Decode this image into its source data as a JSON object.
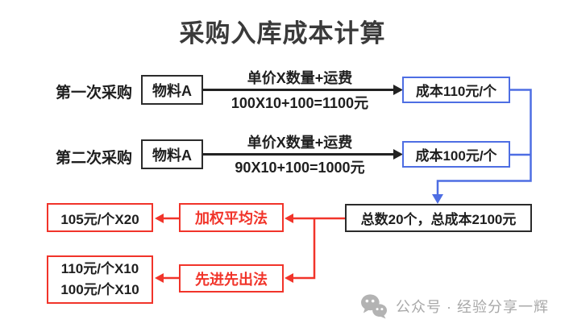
{
  "title": "采购入库成本计算",
  "colors": {
    "line_black": "#222222",
    "accent_blue": "#4e6ee3",
    "accent_red": "#f1342a",
    "title_gray": "#3a3a3a",
    "watermark_gray": "#a9a9a9"
  },
  "flow": {
    "purchases": [
      {
        "label": "第一次采购",
        "material": "物料A",
        "formula_top": "单价X数量+运费",
        "formula_bottom": "100X10+100=1100元",
        "cost": "成本110元/个"
      },
      {
        "label": "第二次采购",
        "material": "物料A",
        "formula_top": "单价X数量+运费",
        "formula_bottom": "90X10+100=1000元",
        "cost": "成本100元/个"
      }
    ],
    "total": "总数20个，总成本2100元",
    "methods": [
      {
        "name": "加权平均法",
        "results": [
          "105元/个X20"
        ]
      },
      {
        "name": "先进先出法",
        "results": [
          "110元/个X10",
          "100元/个X10"
        ]
      }
    ]
  },
  "watermark": {
    "icon": "wechat-icon",
    "text": "公众号 · 经验分享一辉"
  }
}
